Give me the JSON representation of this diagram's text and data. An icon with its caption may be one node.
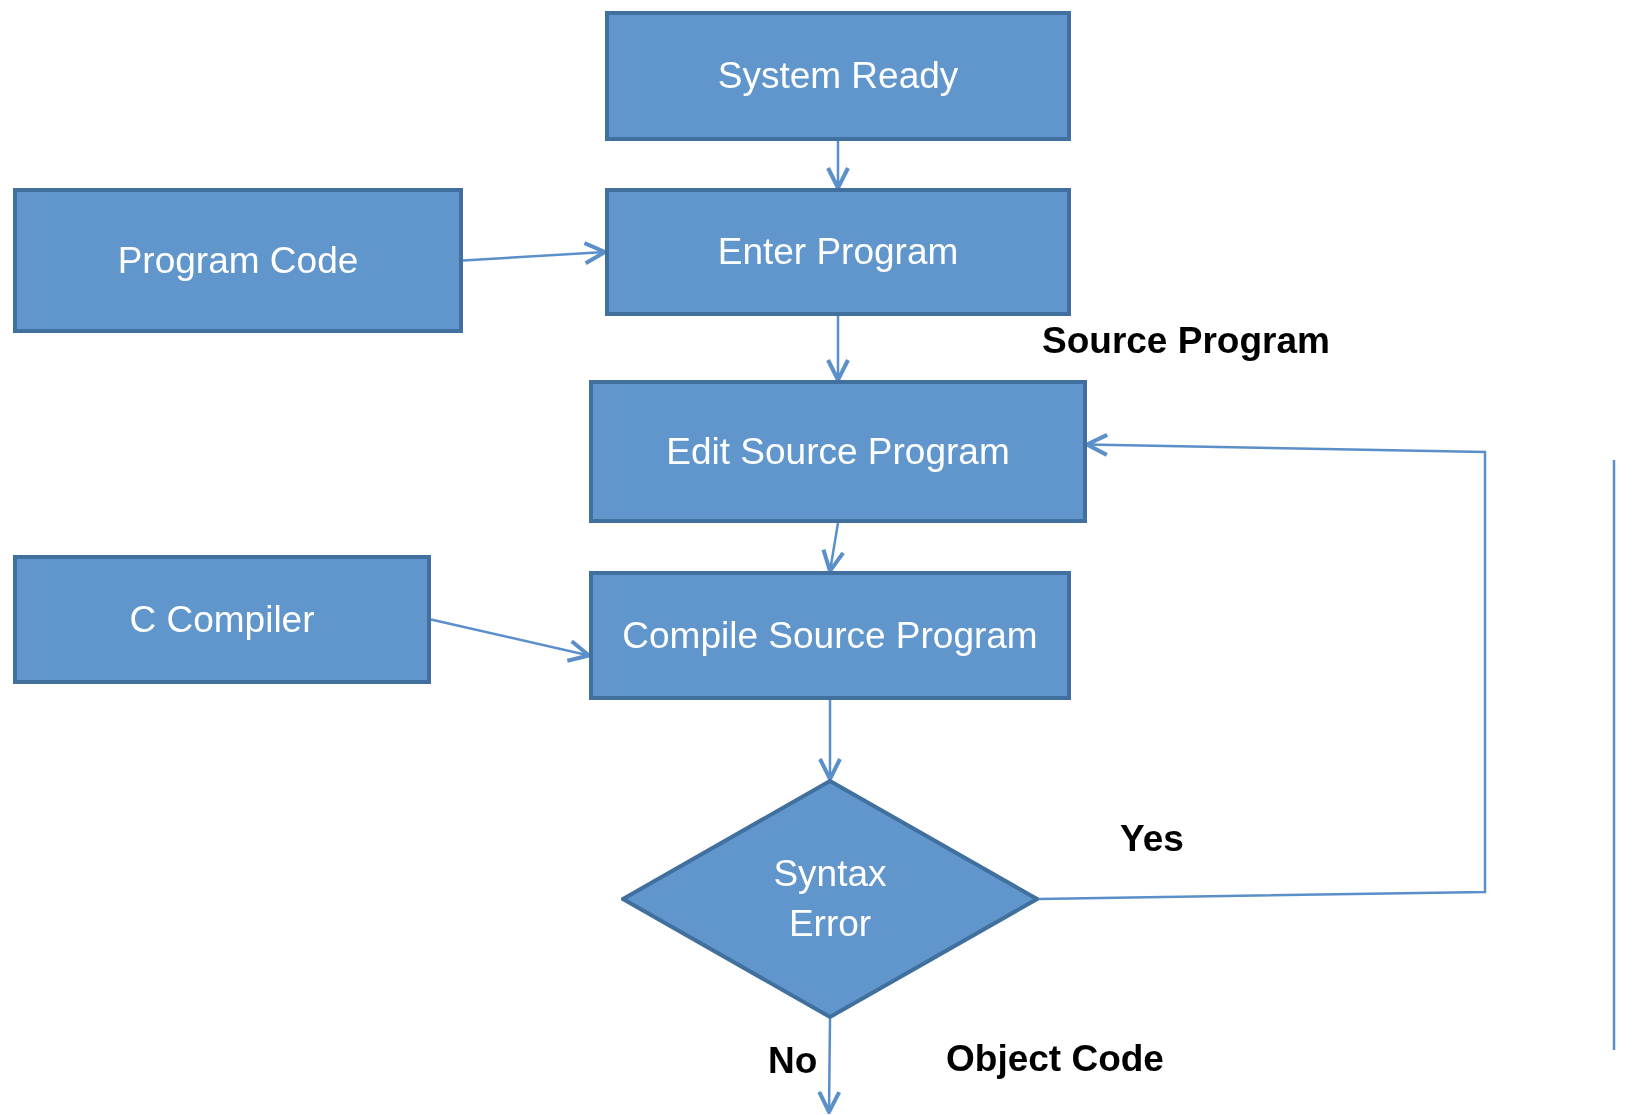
{
  "diagram": {
    "nodes": [
      {
        "text": [
          "System Ready"
        ]
      },
      {
        "text": [
          "Program Code"
        ]
      },
      {
        "text": [
          "Enter Program"
        ]
      },
      {
        "text": [
          "Edit Source Program"
        ]
      },
      {
        "text": [
          "C Compiler"
        ]
      },
      {
        "text": [
          "Compile Source Program"
        ]
      },
      {
        "text": [
          "Syntax Error"
        ]
      }
    ],
    "edges": [
      {
        "from": 0,
        "to": 2,
        "arrow": "to"
      },
      {
        "from": 1,
        "to": 2,
        "arrow": "to"
      },
      {
        "from": 2,
        "to": 3,
        "arrow": "to"
      },
      {
        "from": 3,
        "to": 5,
        "arrow": "to"
      },
      {
        "from": 4,
        "to": 5,
        "arrow": "to"
      },
      {
        "from": 5,
        "to": 6,
        "arrow": "to"
      },
      {
        "from": 6,
        "to": 3,
        "arrow": "to",
        "label": "Yes"
      },
      {
        "from": 6,
        "to": null,
        "arrow": "to",
        "label": "No"
      }
    ],
    "labels": [
      "Source Program",
      "Object Code"
    ]
  }
}
